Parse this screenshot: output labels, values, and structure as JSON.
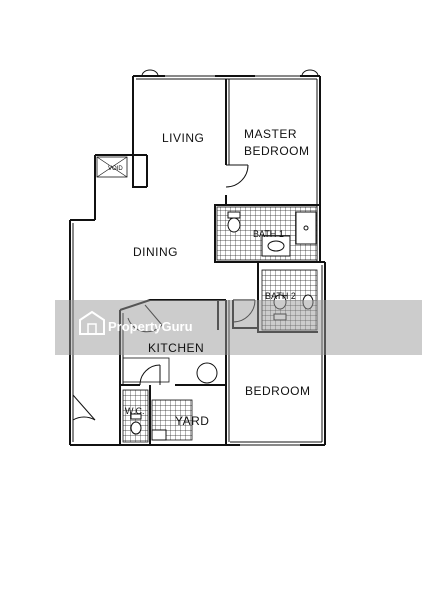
{
  "rooms": {
    "living": "LIVING",
    "master_bedroom_line1": "MASTER",
    "master_bedroom_line2": "BEDROOM",
    "dining": "DINING",
    "bath1": "BATH 1",
    "bath2": "BATH 2",
    "kitchen": "KITCHEN",
    "bedroom": "BEDROOM",
    "yard": "YARD",
    "wc": "W.C.",
    "void": "VOID"
  },
  "watermark": {
    "brand": "PropertyGuru",
    "color": "#9a9a9a"
  }
}
